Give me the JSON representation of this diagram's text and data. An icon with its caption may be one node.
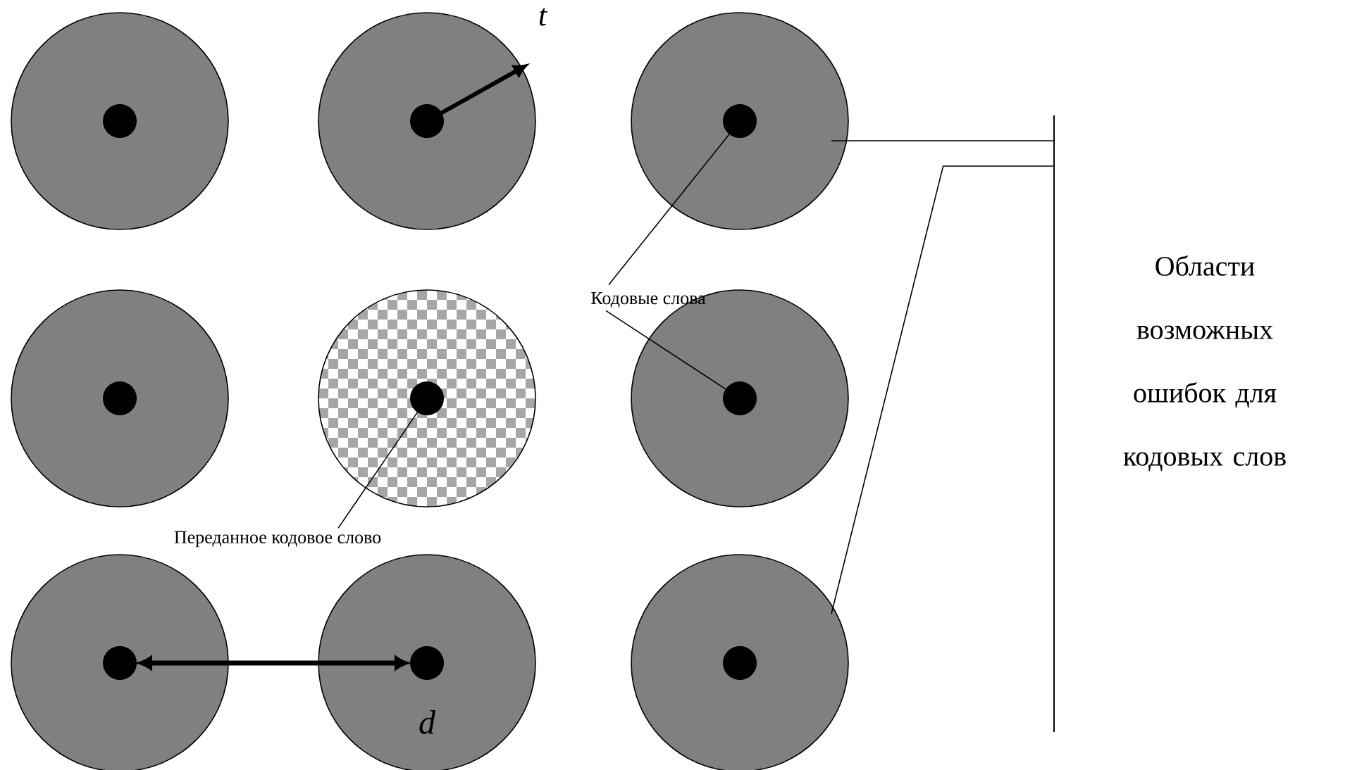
{
  "diagram": {
    "nodes": [
      {
        "text": [],
        "shape": "circle"
      },
      {
        "text": [],
        "shape": "circle"
      },
      {
        "text": [],
        "shape": "circle"
      },
      {
        "text": [],
        "shape": "circle"
      },
      {
        "text": [],
        "shape": "circle"
      },
      {
        "text": [],
        "shape": "circle"
      },
      {
        "text": [],
        "shape": "circle"
      },
      {
        "text": [],
        "shape": "circle"
      },
      {
        "text": [],
        "shape": "circle"
      },
      {
        "text": [
          "Кодовые слова"
        ]
      },
      {
        "text": [
          "Переданное кодовое слово"
        ]
      },
      {
        "text": [
          "Области возможных ошибок для кодовых слов"
        ]
      },
      {
        "text": [],
        "shape": "bar"
      }
    ],
    "edges": [
      {
        "from": 9,
        "to": 2,
        "arrow": "none"
      },
      {
        "from": 9,
        "to": 5,
        "arrow": "none"
      },
      {
        "from": 10,
        "to": 4,
        "arrow": "none"
      },
      {
        "from": 12,
        "to": 2,
        "arrow": "none"
      },
      {
        "from": 12,
        "to": 8,
        "arrow": "none"
      }
    ],
    "labels": [
      "t",
      "d"
    ]
  }
}
